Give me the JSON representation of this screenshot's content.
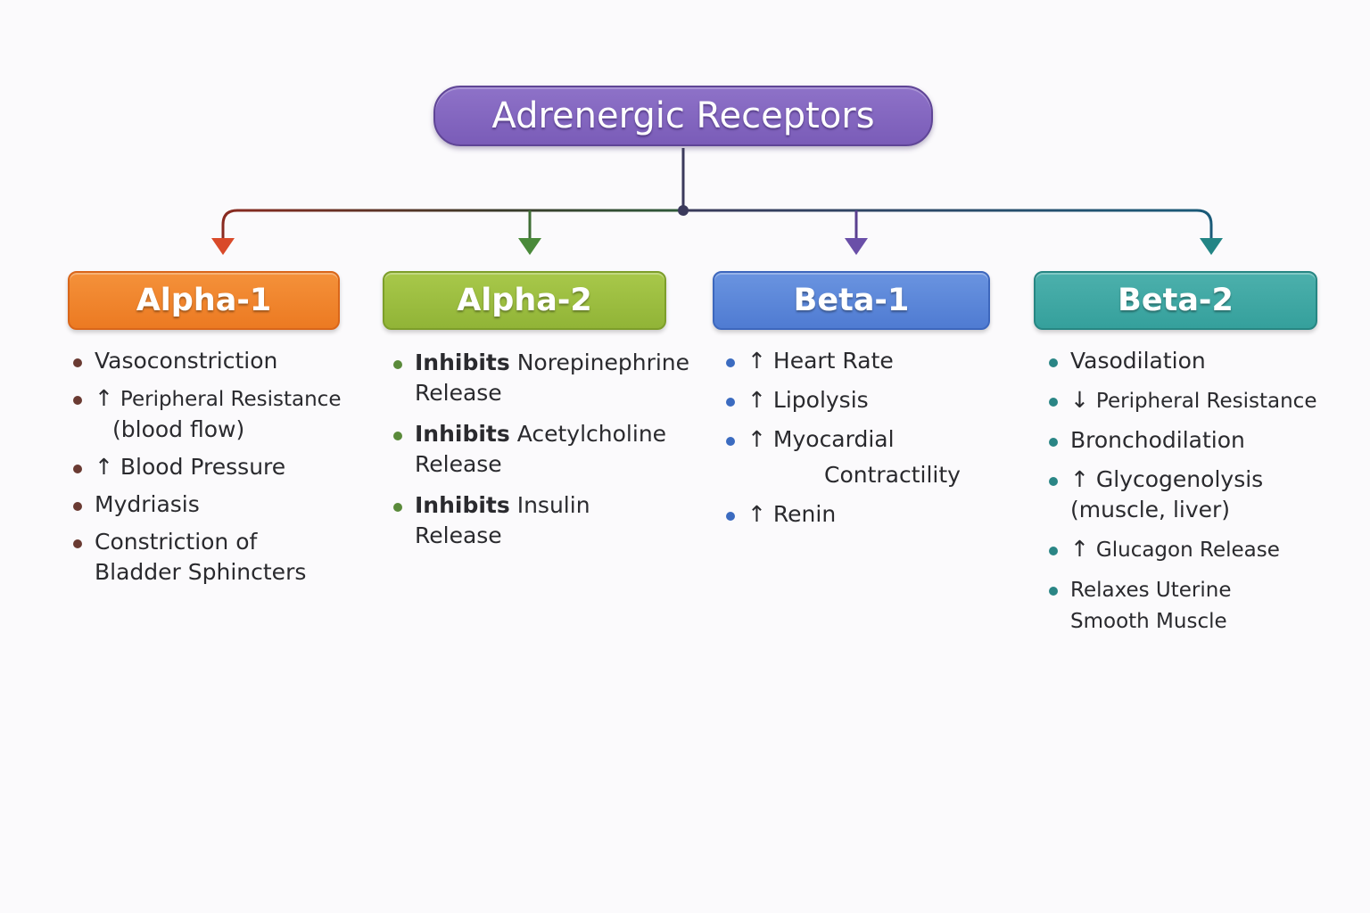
{
  "title": "Adrenergic Receptors",
  "colors": {
    "root": "#7a5cb8",
    "alpha1": "#ec7a22",
    "alpha2": "#91b437",
    "beta1": "#4f7bd2",
    "beta2": "#35a09c",
    "arrow_alpha1": "#d94a2a",
    "arrow_alpha2": "#4a8a3a",
    "arrow_beta1": "#6a4fa8",
    "arrow_beta2": "#238585"
  },
  "receptors": [
    {
      "name": "Alpha-1",
      "effects": [
        {
          "arrow": "",
          "text": "Vasoconstriction"
        },
        {
          "arrow": "↑",
          "text": "Peripheral Resistance",
          "cont": "(blood flow)"
        },
        {
          "arrow": "↑",
          "text": "Blood Pressure"
        },
        {
          "arrow": "",
          "text": "Mydriasis"
        },
        {
          "arrow": "",
          "text": "Constriction of",
          "cont": "Bladder Sphincters"
        }
      ]
    },
    {
      "name": "Alpha-2",
      "effects": [
        {
          "bold": "Inhibits",
          "text": "Norepinephrine",
          "cont": "Release"
        },
        {
          "bold": "Inhibits",
          "text": "Acetylcholine",
          "cont": "Release"
        },
        {
          "bold": "Inhibits",
          "text": "Insulin",
          "cont": "Release"
        }
      ]
    },
    {
      "name": "Beta-1",
      "effects": [
        {
          "arrow": "↑",
          "text": "Heart Rate"
        },
        {
          "arrow": "↑",
          "text": "Lipolysis"
        },
        {
          "arrow": "↑",
          "text": "Myocardial",
          "cont": "Contractility"
        },
        {
          "arrow": "↑",
          "text": "Renin"
        }
      ]
    },
    {
      "name": "Beta-2",
      "effects": [
        {
          "arrow": "",
          "text": "Vasodilation"
        },
        {
          "arrow": "↓",
          "text": "Peripheral Resistance"
        },
        {
          "arrow": "",
          "text": "Bronchodilation"
        },
        {
          "arrow": "↑",
          "text": "Glycogenolysis",
          "cont": "(muscle, liver)"
        },
        {
          "arrow": "↑",
          "text": "Glucagon Release"
        },
        {
          "arrow": "",
          "text": "Relaxes Uterine",
          "cont": "Smooth Muscle"
        }
      ]
    }
  ]
}
